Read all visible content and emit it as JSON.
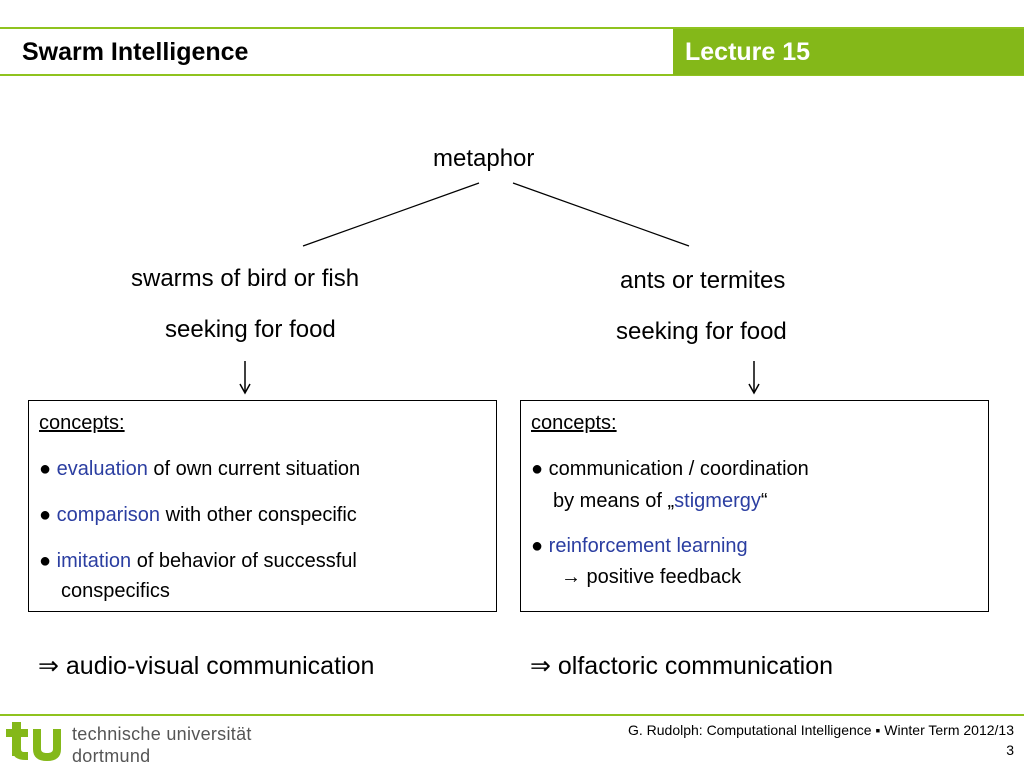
{
  "header": {
    "title": "Swarm Intelligence",
    "lecture": "Lecture 15"
  },
  "diagram": {
    "root": "metaphor",
    "left": {
      "line1": "swarms of bird or fish",
      "line2": "seeking for food",
      "concepts_label": "concepts:",
      "items": [
        {
          "bullet": "●",
          "highlight": "evaluation",
          "rest": " of own current situation"
        },
        {
          "bullet": "●",
          "highlight": "comparison",
          "rest": " with other conspecific"
        },
        {
          "bullet": "●",
          "highlight": "imitation",
          "rest": " of behavior of successful",
          "cont": "conspecifics"
        }
      ],
      "result_symbol": "⇒",
      "result": "audio-visual communication"
    },
    "right": {
      "line1": "ants or termites",
      "line2": "seeking for food",
      "concepts_label": "concepts:",
      "item1": {
        "bullet": "●",
        "text": "communication / coordination",
        "cont_prefix": "by means of „",
        "highlight": "stigmergy",
        "cont_suffix": "“"
      },
      "item2": {
        "bullet": "●",
        "highlight": "reinforcement learning",
        "cont": "→ positive feedback"
      },
      "result_symbol": "⇒",
      "result": "olfactoric communication"
    }
  },
  "footer": {
    "logo_line1": "technische universität",
    "logo_line2": "dortmund",
    "credit": "G. Rudolph: Computational Intelligence ▪ Winter Term 2012/13",
    "page": "3"
  },
  "colors": {
    "accent_green": "#84b819",
    "highlight_blue": "#2b3ea1"
  }
}
